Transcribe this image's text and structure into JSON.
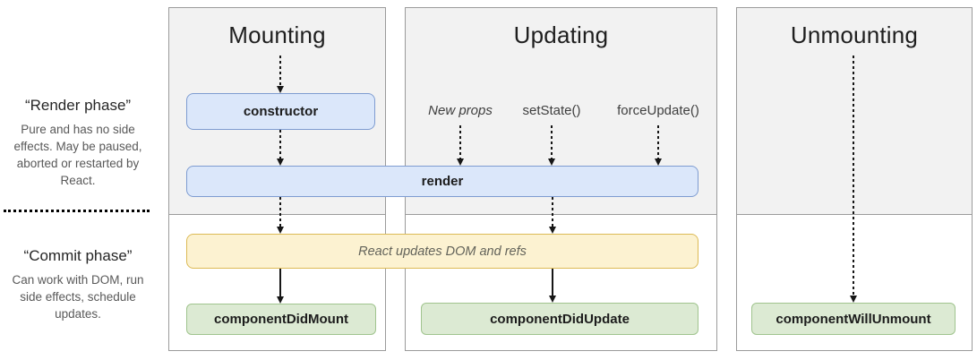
{
  "sidebar": {
    "render_phase": {
      "title": "“Render phase”",
      "description": "Pure and has no side effects. May be paused, aborted or restarted by React."
    },
    "commit_phase": {
      "title": "“Commit phase”",
      "description": "Can work with DOM, run side effects, schedule updates."
    }
  },
  "columns": {
    "mounting": {
      "title": "Mounting"
    },
    "updating": {
      "title": "Updating",
      "triggers": [
        "New props",
        "setState()",
        "forceUpdate()"
      ]
    },
    "unmounting": {
      "title": "Unmounting"
    }
  },
  "nodes": {
    "constructor": "constructor",
    "render": "render",
    "react_updates_dom": "React updates DOM and refs",
    "component_did_mount": "componentDidMount",
    "component_did_update": "componentDidUpdate",
    "component_will_unmount": "componentWillUnmount"
  },
  "colors": {
    "render_phase_box_fill": "#dbe7fa",
    "render_phase_box_border": "#7e9cd1",
    "commit_box_fill": "#dcead3",
    "commit_box_border": "#a0c48e",
    "dom_update_box_fill": "#fcf2d1",
    "dom_update_box_border": "#dcba55",
    "column_render_zone_bg": "#f2f2f2",
    "column_border": "#9b9b9b",
    "arrow_color": "#161616"
  }
}
